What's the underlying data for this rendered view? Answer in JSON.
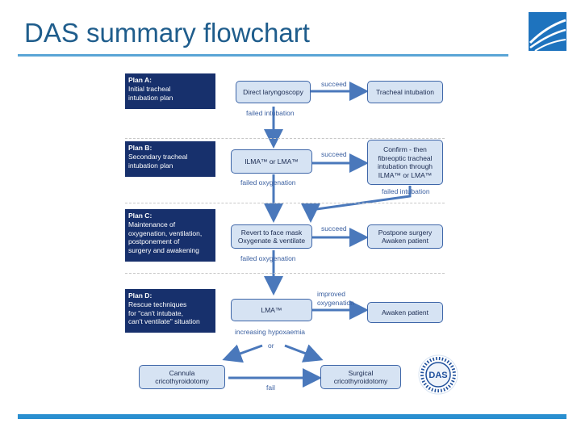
{
  "slide": {
    "title": "DAS summary flowchart"
  },
  "plans": [
    {
      "heading": "Plan A:",
      "lines": [
        "Initial tracheal",
        "intubation plan"
      ]
    },
    {
      "heading": "Plan B:",
      "lines": [
        "Secondary tracheal",
        "intubation plan"
      ]
    },
    {
      "heading": "Plan C:",
      "lines": [
        "Maintenance of",
        "oxygenation, ventilation,",
        "postponement of",
        "surgery and awakening"
      ]
    },
    {
      "heading": "Plan D:",
      "lines": [
        "Rescue techniques",
        "for \"can't intubate,",
        "can't ventilate\" situation"
      ]
    }
  ],
  "nodes": {
    "direct_laryngoscopy": "Direct laryngoscopy",
    "tracheal_intubation": "Tracheal intubation",
    "ilma_lma": "ILMA™ or LMA™",
    "confirm": [
      "Confirm - then",
      "fibreoptic tracheal",
      "intubation through",
      "ILMA™ or LMA™"
    ],
    "revert_mask": [
      "Revert to face mask",
      "Oxygenate & ventilate"
    ],
    "postpone": [
      "Postpone surgery",
      "Awaken patient"
    ],
    "lma": "LMA™",
    "awaken": "Awaken patient",
    "cannula": [
      "Cannula",
      "cricothyroidotomy"
    ],
    "surgical": [
      "Surgical",
      "cricothyroidotomy"
    ]
  },
  "labels": {
    "succeed_a": "succeed",
    "failed_intubation_a": "failed intubation",
    "succeed_b": "succeed",
    "failed_oxygenation_b": "failed oxygenation",
    "failed_intubation_b": "failed intubation",
    "succeed_c": "succeed",
    "failed_oxygenation_c": "failed oxygenation",
    "improved_oxygenation": [
      "improved",
      "oxygenation"
    ],
    "increasing_hypoxaemia": "increasing hypoxaemia",
    "or": "or",
    "fail": "fail"
  },
  "badge": {
    "text": "DAS",
    "ring_text": "DIFFICULT AIRWAY SOCIETY"
  },
  "colors": {
    "title": "#1f5d8c",
    "plan_box": "#17306c",
    "node_fill": "#d6e3f3",
    "arrow": "#4a78bb",
    "accent_bar": "#2a8fd0"
  }
}
